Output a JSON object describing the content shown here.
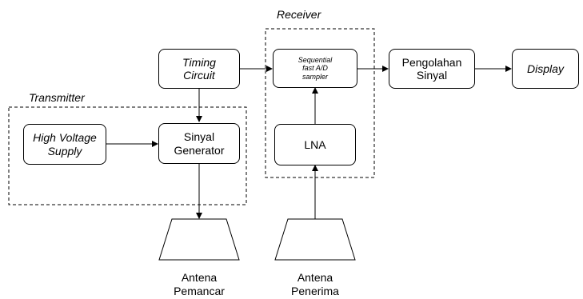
{
  "groups": {
    "receiver": "Receiver",
    "transmitter": "Transmitter"
  },
  "blocks": {
    "timing_line1": "Timing",
    "timing_line2": "Circuit",
    "sampler_line1": "Sequential",
    "sampler_line2": "fast A/D",
    "sampler_line3": "sampler",
    "processing_line1": "Pengolahan",
    "processing_line2": "Sinyal",
    "display": "Display",
    "hv_line1": "High Voltage",
    "hv_line2": "Supply",
    "siggen_line1": "Sinyal",
    "siggen_line2": "Generator",
    "lna": "LNA"
  },
  "antennas": {
    "tx_line1": "Antena",
    "tx_line2": "Pemancar",
    "rx_line1": "Antena",
    "rx_line2": "Penerima"
  }
}
